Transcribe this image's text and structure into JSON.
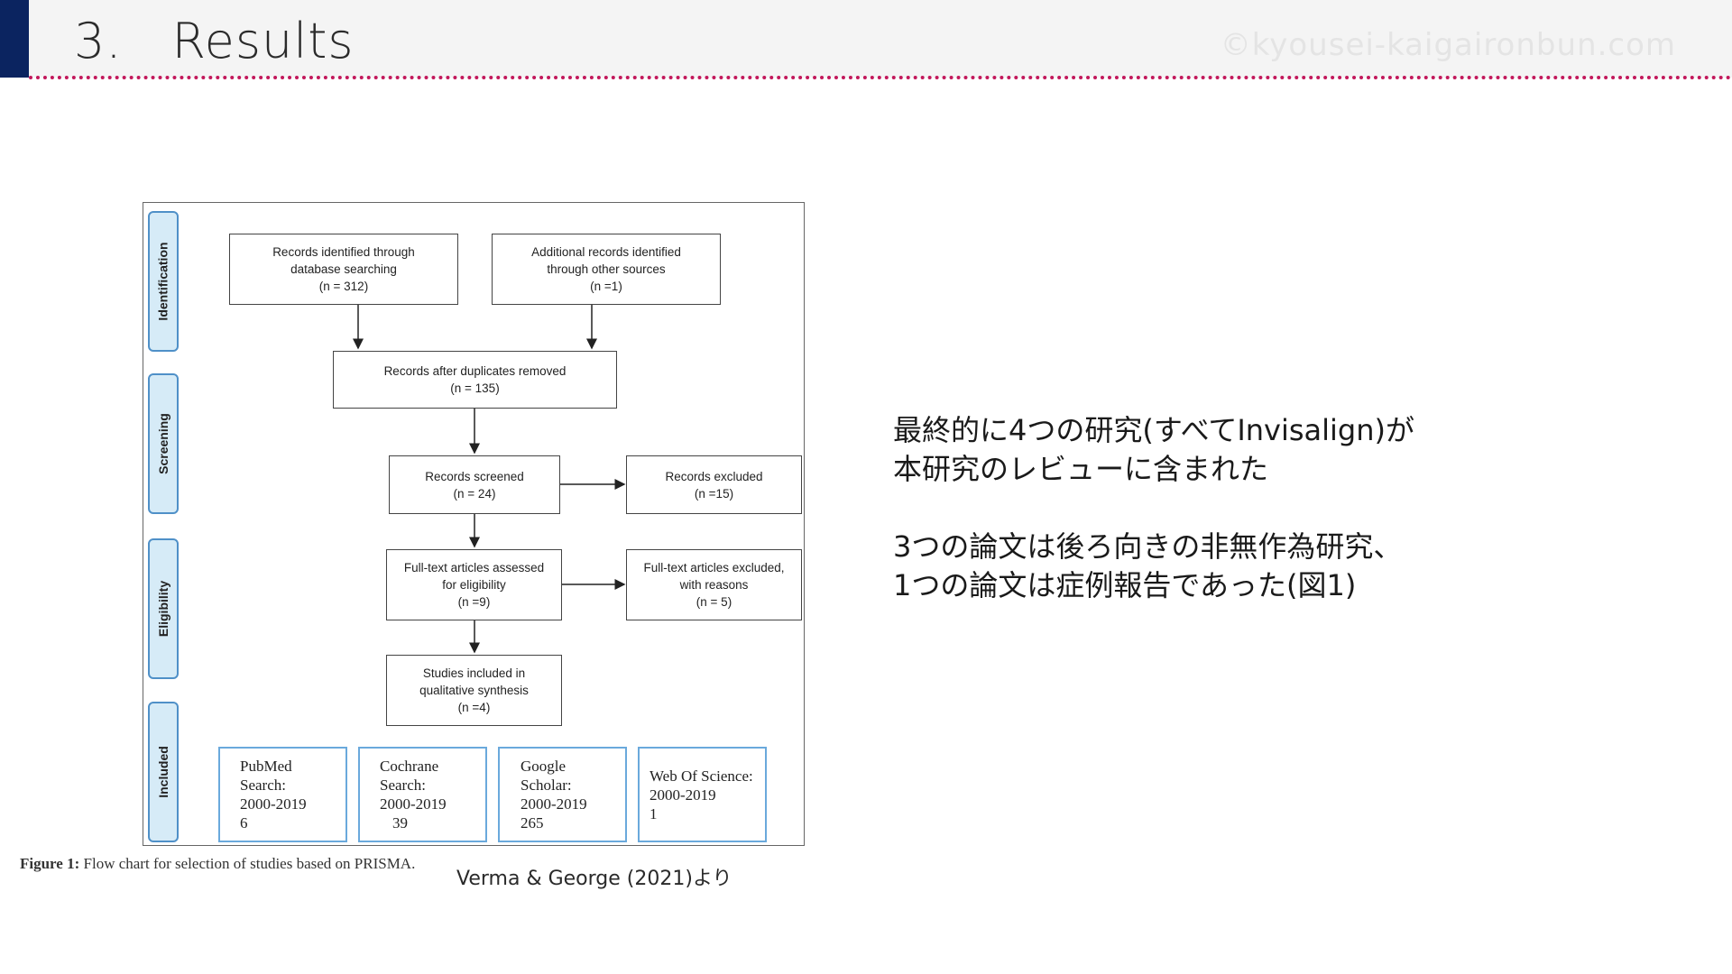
{
  "header": {
    "title": "3.　Results",
    "watermark": "©kyousei-kaigaironbun.com",
    "colors": {
      "accent": "#0b2460",
      "rule": "#c2185b",
      "band": "#f4f4f4"
    }
  },
  "figure": {
    "phases": [
      "Identification",
      "Screening",
      "Eligibility",
      "Included"
    ],
    "boxes": {
      "db_search": [
        "Records identified through",
        "database searching",
        "(n = 312)"
      ],
      "other_sources": [
        "Additional records identified",
        "through other sources",
        "(n =1)"
      ],
      "duplicates": [
        "Records after duplicates removed",
        "(n = 135)"
      ],
      "screened": [
        "Records screened",
        "(n = 24)"
      ],
      "excluded": [
        "Records excluded",
        "(n =15)"
      ],
      "fulltext": [
        "Full-text articles assessed",
        "for eligibility",
        "(n =9)"
      ],
      "fulltext_excluded": [
        "Full-text articles excluded,",
        "with reasons",
        "(n = 5)"
      ],
      "included": [
        "Studies included in",
        "qualitative synthesis",
        "(n =4)"
      ]
    },
    "sources": [
      [
        "PubMed",
        "Search:",
        "2000-2019",
        "6"
      ],
      [
        "Cochrane",
        "Search:",
        "2000-2019",
        "39"
      ],
      [
        "Google",
        "Scholar:",
        "2000-2019",
        "265"
      ],
      [
        "Web Of Science:",
        "2000-2019",
        "1"
      ]
    ],
    "caption_label": "Figure 1:",
    "caption_text": " Flow chart for selection of studies based on PRISMA.",
    "credit": "Verma & George (2021)より"
  },
  "body": {
    "para1": [
      "最終的に4つの研究(すべてInvisalign)が",
      "本研究のレビューに含まれた"
    ],
    "para2": [
      "3つの論文は後ろ向きの非無作為研究、",
      "1つの論文は症例報告であった(図1)"
    ]
  }
}
